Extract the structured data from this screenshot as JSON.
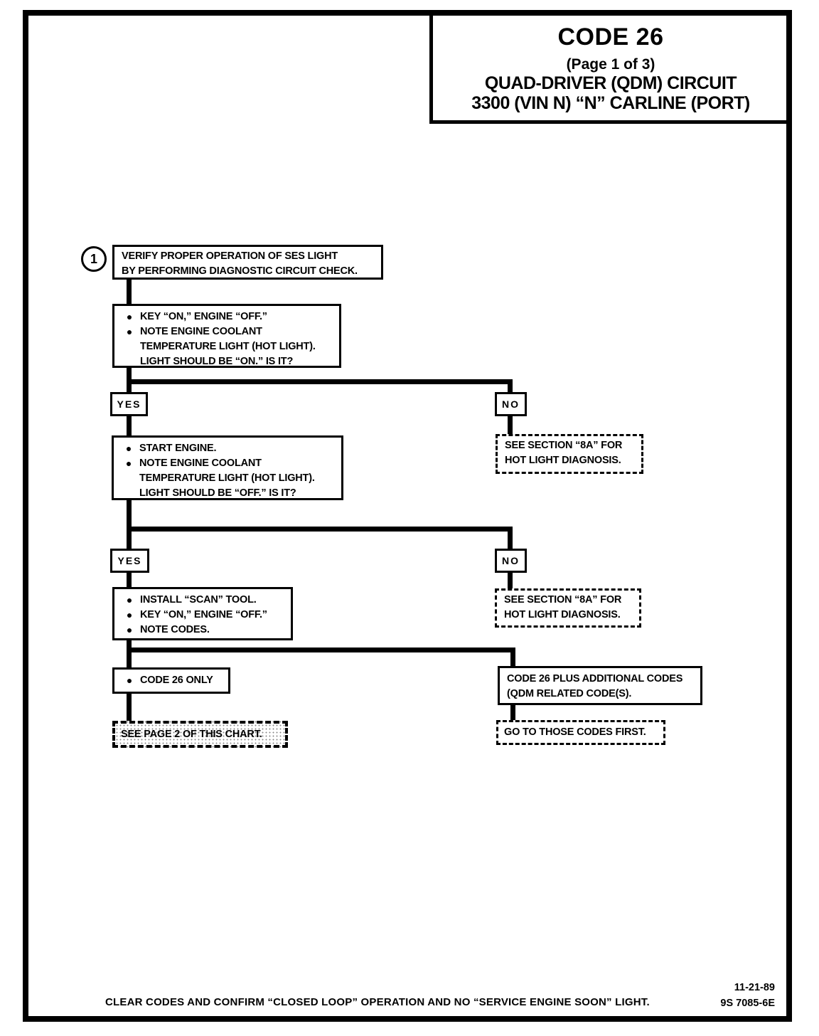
{
  "colors": {
    "ink": "#000000",
    "paper": "#ffffff"
  },
  "title_block": {
    "code": "CODE 26",
    "page": "(Page 1 of 3)",
    "circuit": "QUAD-DRIVER (QDM) CIRCUIT",
    "carline": "3300 (VIN N) “N” CARLINE (PORT)"
  },
  "flow": {
    "step_number": "1",
    "bullet_glyph": "●",
    "verify_box": {
      "lines": [
        "VERIFY PROPER OPERATION OF SES LIGHT",
        "BY PERFORMING DIAGNOSTIC CIRCUIT CHECK."
      ]
    },
    "key_on_box": {
      "bullets": [
        {
          "lines": [
            "KEY “ON,” ENGINE “OFF.”"
          ]
        },
        {
          "lines": [
            "NOTE ENGINE COOLANT",
            "TEMPERATURE LIGHT (HOT LIGHT).",
            "LIGHT SHOULD BE “ON.”  IS IT?"
          ]
        }
      ]
    },
    "yes1": "YES",
    "no1": "NO",
    "start_engine_box": {
      "bullets": [
        {
          "lines": [
            "START ENGINE."
          ]
        },
        {
          "lines": [
            "NOTE ENGINE COOLANT",
            "TEMPERATURE LIGHT (HOT LIGHT).",
            "LIGHT SHOULD BE “OFF.”  IS IT?"
          ]
        }
      ]
    },
    "see_section_box_1": {
      "lines": [
        "SEE SECTION “8A” FOR",
        "HOT LIGHT DIAGNOSIS."
      ]
    },
    "yes2": "YES",
    "no2": "NO",
    "scan_tool_box": {
      "bullets": [
        {
          "lines": [
            "INSTALL “SCAN” TOOL."
          ]
        },
        {
          "lines": [
            "KEY “ON,” ENGINE “OFF.”"
          ]
        },
        {
          "lines": [
            "NOTE CODES."
          ]
        }
      ]
    },
    "see_section_box_2": {
      "lines": [
        "SEE SECTION “8A” FOR",
        "HOT LIGHT DIAGNOSIS."
      ]
    },
    "code26_only_box": {
      "bullets": [
        {
          "lines": [
            "CODE 26 ONLY"
          ]
        }
      ]
    },
    "code26_plus_box": {
      "lines": [
        "CODE 26 PLUS ADDITIONAL CODES",
        "(QDM RELATED CODE(S)."
      ]
    },
    "see_page_2_box": "SEE PAGE 2 OF THIS CHART.",
    "go_to_codes_box": "GO TO THOSE CODES FIRST."
  },
  "footer": {
    "note": "CLEAR CODES AND CONFIRM “CLOSED LOOP”  OPERATION AND NO “SERVICE ENGINE SOON” LIGHT.",
    "date": "11-21-89",
    "doc_number": "9S 7085-6E"
  }
}
